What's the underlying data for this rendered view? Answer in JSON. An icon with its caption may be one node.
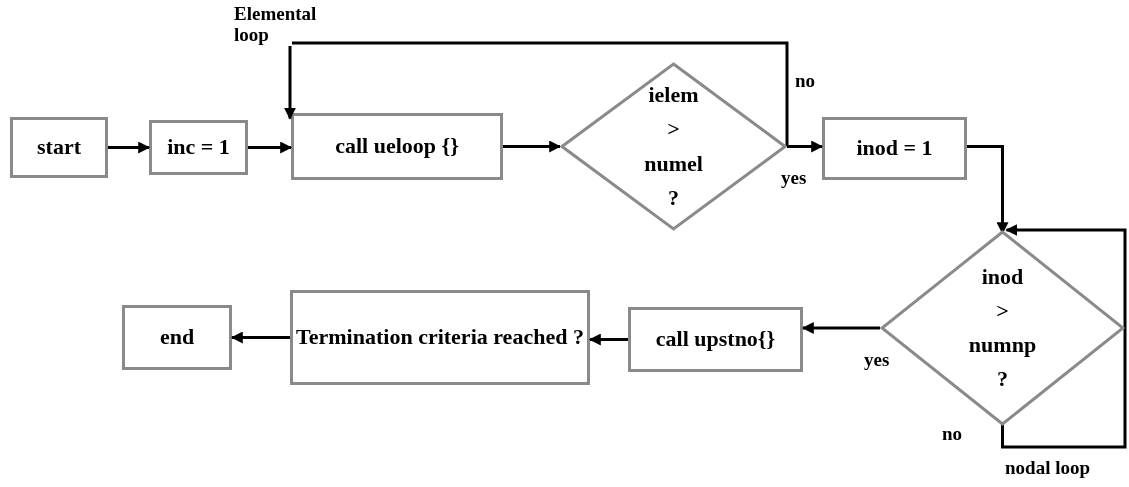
{
  "diagram": {
    "nodes": [
      {
        "text": [
          "start"
        ]
      },
      {
        "text": [
          "inc = 1"
        ]
      },
      {
        "text": [
          "call ueloop {}"
        ]
      },
      {
        "text": [
          "ielem > numel ?"
        ]
      },
      {
        "text": [
          "inod = 1"
        ]
      },
      {
        "text": [
          "inod > numnp ?"
        ]
      },
      {
        "text": [
          "call upstno{}"
        ]
      },
      {
        "text": [
          "Termination criteria reached ?"
        ]
      },
      {
        "text": [
          "end"
        ]
      }
    ],
    "edges": [
      {
        "from": 0,
        "to": 1,
        "arrow": "to"
      },
      {
        "from": 1,
        "to": 2,
        "arrow": "to"
      },
      {
        "from": 2,
        "to": 3,
        "arrow": "to"
      },
      {
        "from": 3,
        "to": 4,
        "arrow": "to",
        "label": "yes"
      },
      {
        "from": 3,
        "to": 2,
        "arrow": "to",
        "label": "no"
      },
      {
        "from": 4,
        "to": 5,
        "arrow": "to"
      },
      {
        "from": 5,
        "to": 5,
        "arrow": "to",
        "label": "no"
      },
      {
        "from": 5,
        "to": 6,
        "arrow": "to",
        "label": "yes"
      },
      {
        "from": 6,
        "to": 7,
        "arrow": "to"
      },
      {
        "from": 7,
        "to": 8,
        "arrow": "to"
      }
    ],
    "labels": [
      "Elemental loop",
      "nodal loop"
    ]
  }
}
